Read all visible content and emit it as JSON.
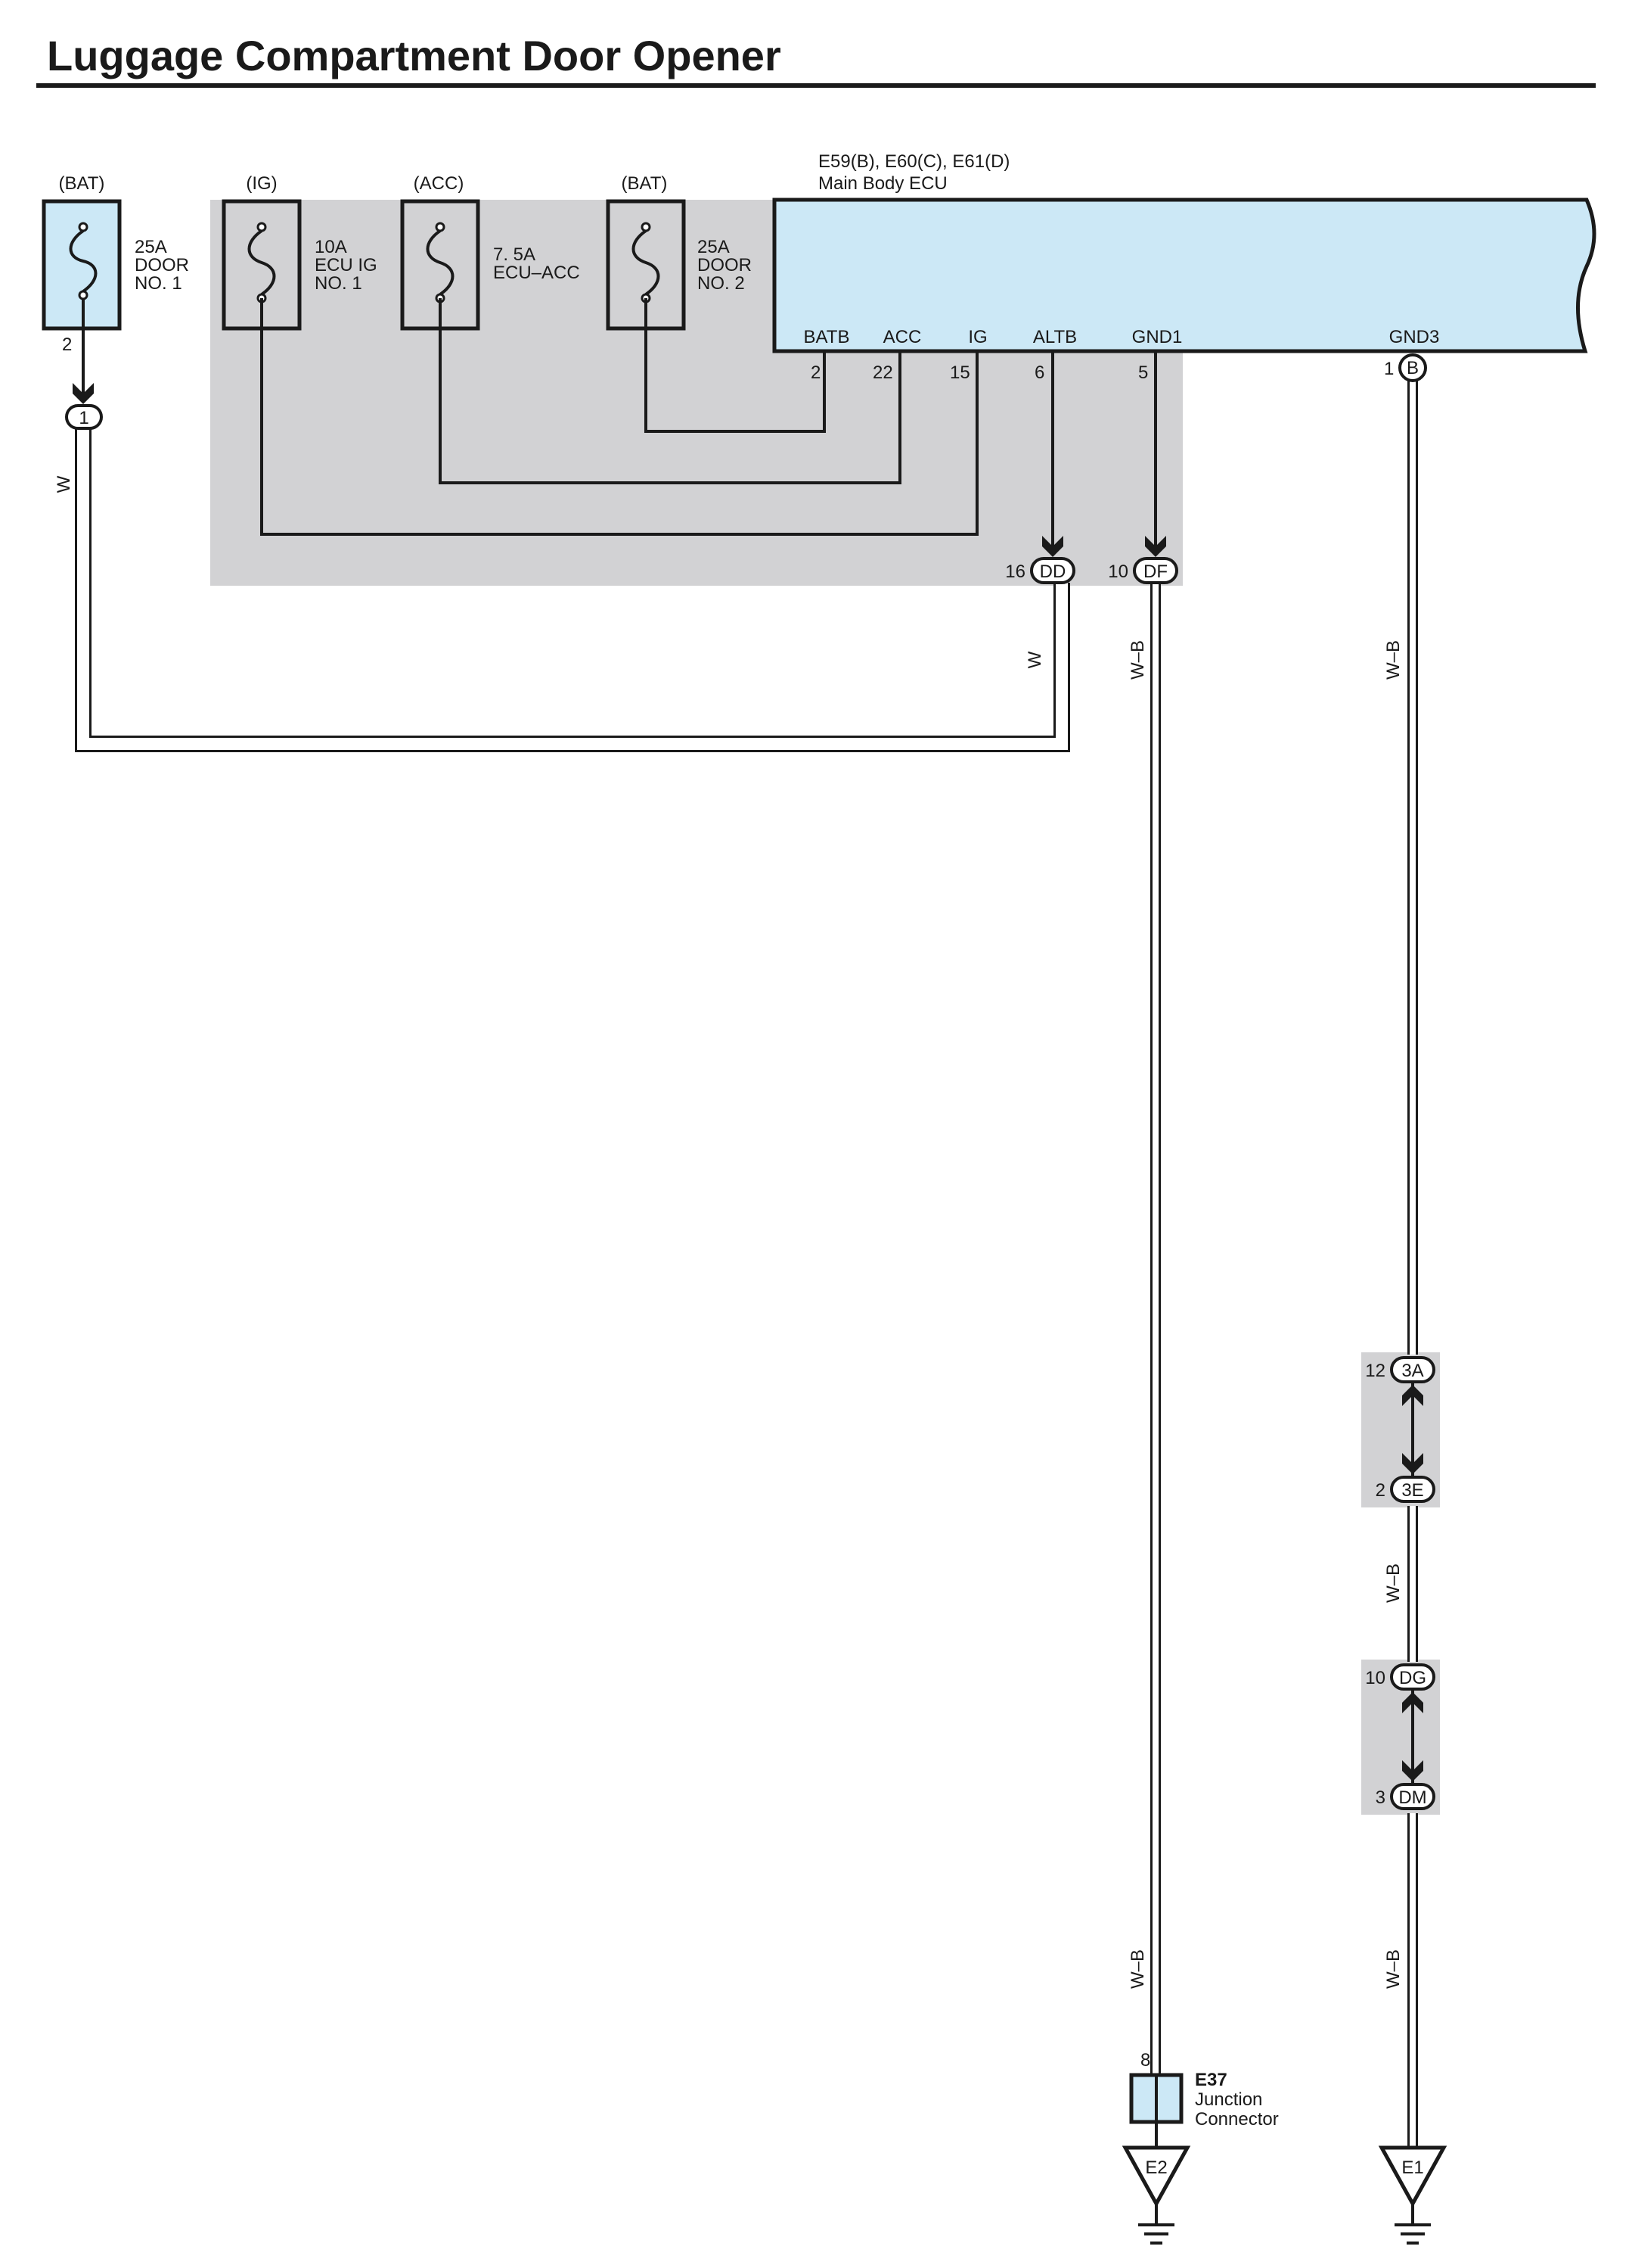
{
  "title": "Luggage Compartment Door Opener",
  "colors": {
    "shade": "#d2d2d4",
    "ecu_fill": "#cce8f6",
    "line": "#1a1a1a"
  },
  "fuses": [
    {
      "id": "door1",
      "source": "(BAT)",
      "rating": "25A",
      "name1": "DOOR",
      "name2": "NO. 1",
      "out_pin": "2"
    },
    {
      "id": "ecuig1",
      "source": "(IG)",
      "rating": "10A",
      "name1": "ECU IG",
      "name2": "NO. 1"
    },
    {
      "id": "ecuacc",
      "source": "(ACC)",
      "rating": "7. 5A",
      "name1": "ECU–ACC",
      "name2": ""
    },
    {
      "id": "door2",
      "source": "(BAT)",
      "rating": "25A",
      "name1": "DOOR",
      "name2": "NO. 2"
    }
  ],
  "ecu": {
    "connectors": "E59(B), E60(C), E61(D)",
    "name": "Main Body ECU",
    "terminals": [
      {
        "name": "BATB",
        "pin": "2"
      },
      {
        "name": "ACC",
        "pin": "22"
      },
      {
        "name": "IG",
        "pin": "15"
      },
      {
        "name": "ALTB",
        "pin": "6"
      },
      {
        "name": "GND1",
        "pin": "5"
      },
      {
        "name": "GND3",
        "pin": "1",
        "conn": "B"
      }
    ]
  },
  "connectors": {
    "fuse_out": {
      "code": "1"
    },
    "dd": {
      "pin": "16",
      "code": "DD"
    },
    "df": {
      "pin": "10",
      "code": "DF"
    },
    "c3a": {
      "pin": "12",
      "code": "3A"
    },
    "c3e": {
      "pin": "2",
      "code": "3E"
    },
    "cdg": {
      "pin": "10",
      "code": "DG"
    },
    "cdm": {
      "pin": "3",
      "code": "DM"
    }
  },
  "wire_colors": {
    "white": "W",
    "white_black": "W–B"
  },
  "junction": {
    "id": "E37",
    "line1": "Junction",
    "line2": "Connector",
    "pin": "8"
  },
  "grounds": {
    "e2": "E2",
    "e1": "E1"
  }
}
